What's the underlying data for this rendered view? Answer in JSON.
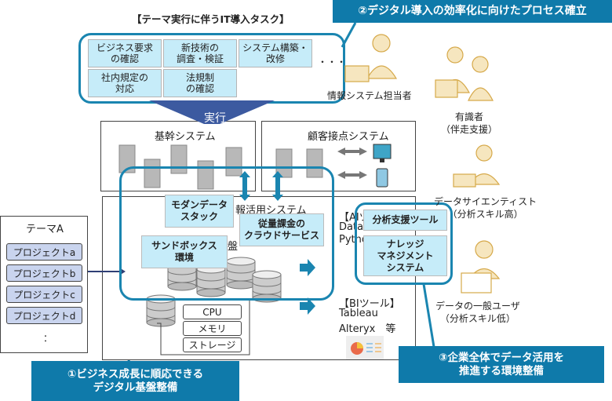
{
  "task_section": {
    "title": "【テーマ実行に伴うIT導入タスク】",
    "tasks": [
      "ビジネス要求\nの確認",
      "新技術の\n調査・検証",
      "システム構築・\n改修",
      "社内規定の\n対応",
      "法規制\nの確認"
    ],
    "ellipsis": "・・・"
  },
  "execute_label": "実行",
  "callouts": {
    "c1": "①ビジネス成長に順応できる\nデジタル基盤整備",
    "c2": "②デジタル導入の効率化に向けたプロセス確立",
    "c3": "③企業全体でデータ活用を\n推進する環境整備"
  },
  "systems": {
    "core": "基幹システム",
    "customer": "顧客接点システム",
    "info_partial": "報活用システム",
    "base_partial": "盤"
  },
  "overlay_labels": {
    "modern": "モダンデータ\nスタック",
    "sandbox": "サンドボックス\n環境",
    "cloud": "従量課金の\nクラウドサービス",
    "analysis": "分析支援ツール",
    "knowledge": "ナレッジ\nマネジメント\nシステム"
  },
  "hardware": [
    "CPU",
    "メモリ",
    "ストレージ"
  ],
  "ai_tools_partial": [
    "【AIツ",
    "Data",
    "Pytho"
  ],
  "bi_tools": [
    "【BIツール】",
    "Tableau",
    "Alteryx　等"
  ],
  "theme": {
    "title": "テーマA",
    "projects": [
      "プロジェクトa",
      "プロジェクトb",
      "プロジェクトc",
      "プロジェクトd"
    ],
    "more": "："
  },
  "people": {
    "it_staff": "情報システム担当者",
    "expert": "有識者\n（伴走支援）",
    "data_scientist": "データサイエンティスト\n（分析スキル高）",
    "general_user": "データの一般ユーザ\n（分析スキル低）"
  },
  "colors": {
    "accent": "#0f7aaa",
    "highlight_border": "#1a85b0",
    "label_bg": "#c6ecf9",
    "execute_arrow": "#3c5aa0",
    "person": "#e2bf6a"
  }
}
